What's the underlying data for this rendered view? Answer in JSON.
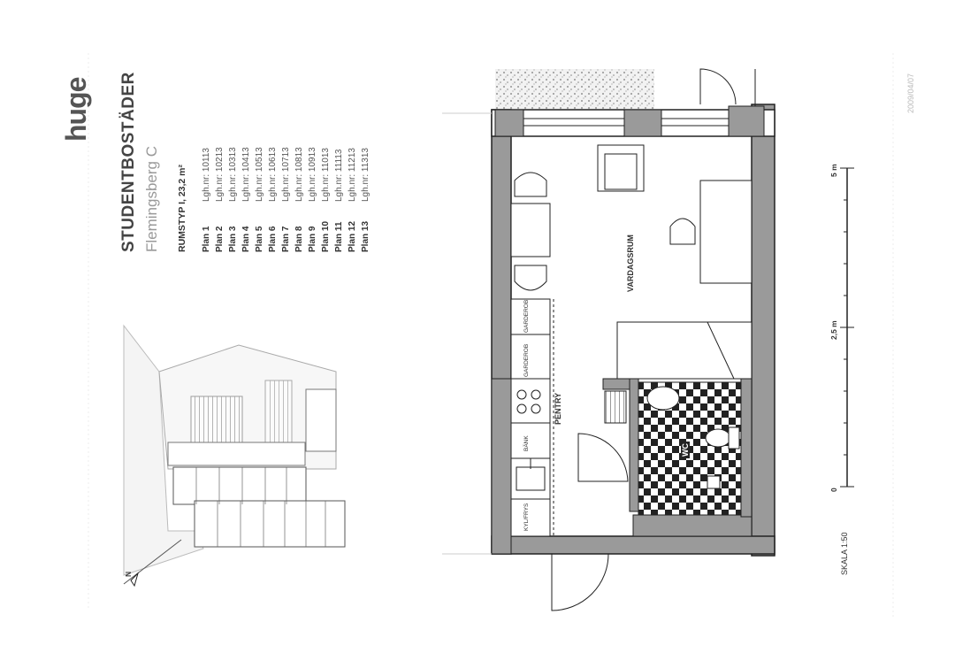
{
  "brand": {
    "logo_text": "huge"
  },
  "header": {
    "title": "STUDENTBOSTÄDER",
    "subtitle": "Flemingsberg C",
    "room_type": "RUMSTYP I, 23,2 m²"
  },
  "plans": [
    {
      "plan": "Plan 1",
      "lgh": "Lgh.nr: 10113"
    },
    {
      "plan": "Plan 2",
      "lgh": "Lgh.nr: 10213"
    },
    {
      "plan": "Plan 3",
      "lgh": "Lgh.nr: 10313"
    },
    {
      "plan": "Plan 4",
      "lgh": "Lgh.nr: 10413"
    },
    {
      "plan": "Plan 5",
      "lgh": "Lgh.nr: 10513"
    },
    {
      "plan": "Plan 6",
      "lgh": "Lgh.nr: 10613"
    },
    {
      "plan": "Plan 7",
      "lgh": "Lgh.nr: 10713"
    },
    {
      "plan": "Plan 8",
      "lgh": "Lgh.nr: 10813"
    },
    {
      "plan": "Plan 9",
      "lgh": "Lgh.nr: 10913"
    },
    {
      "plan": "Plan 10",
      "lgh": "Lgh.nr: 11013"
    },
    {
      "plan": "Plan 11",
      "lgh": "Lgh.nr: 11113"
    },
    {
      "plan": "Plan 12",
      "lgh": "Lgh.nr: 11213"
    },
    {
      "plan": "Plan 13",
      "lgh": "Lgh.nr: 11313"
    }
  ],
  "date": "2009/04/07",
  "north_label": "N",
  "rooms": {
    "living": "VARDAGSRUM",
    "kitchen": "PENTRY",
    "wc": "WC",
    "garderob_1": "GARDEROB",
    "garderob_2": "GARDEROB",
    "bank": "BÄNK",
    "kyl_frys": "KYL/FRYS"
  },
  "scale": {
    "label": "SKALA 1:50",
    "ticks": [
      "0",
      "2,5 m",
      "5 m"
    ]
  }
}
